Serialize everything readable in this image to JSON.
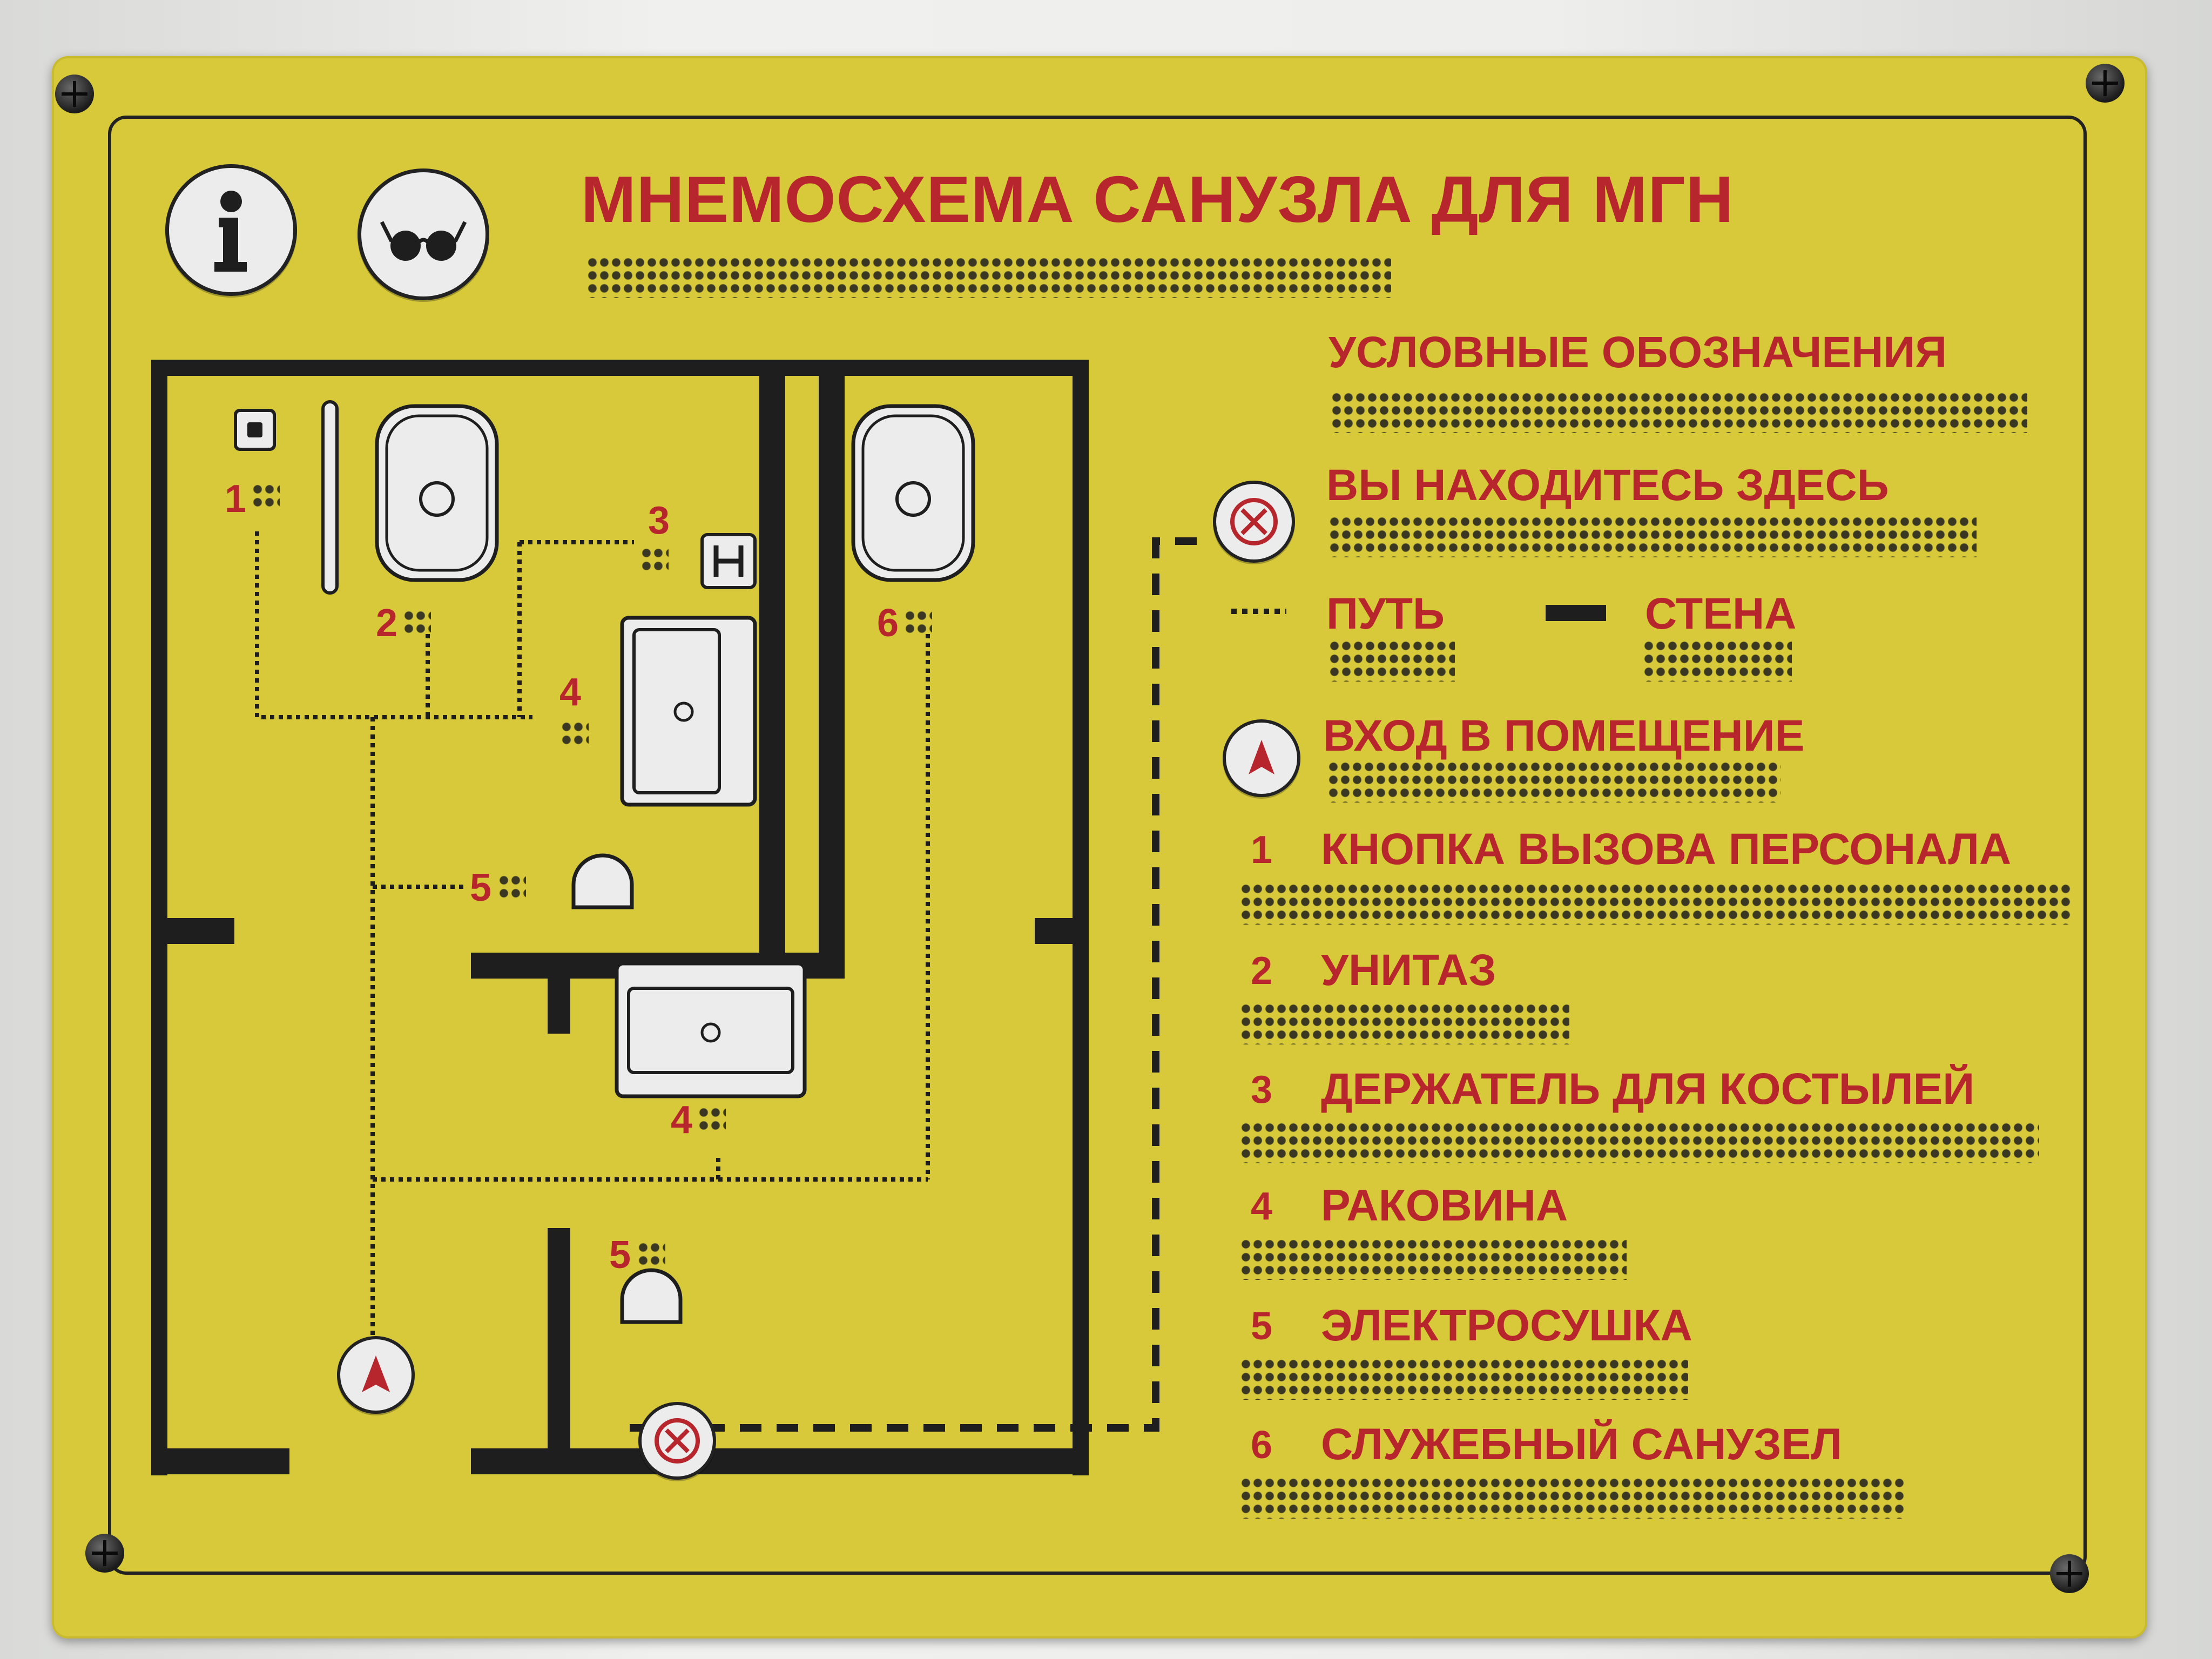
{
  "sign": {
    "title": "МНЕМОСХЕМА САНУЗЛА ДЛЯ МГН",
    "legend_heading": "УСЛОВНЫЕ ОБОЗНАЧЕНИЯ",
    "you_are_here": "ВЫ НАХОДИТЕСЬ ЗДЕСЬ",
    "path_label": "ПУТЬ",
    "wall_label": "СТЕНА",
    "entrance_label": "ВХОД В ПОМЕЩЕНИЕ",
    "items": [
      {
        "num": "1",
        "label": "КНОПКА ВЫЗОВА ПЕРСОНАЛА"
      },
      {
        "num": "2",
        "label": "УНИТАЗ"
      },
      {
        "num": "3",
        "label": "ДЕРЖАТЕЛЬ ДЛЯ КОСТЫЛЕЙ"
      },
      {
        "num": "4",
        "label": "РАКОВИНА"
      },
      {
        "num": "5",
        "label": "ЭЛЕКТРОСУШКА"
      },
      {
        "num": "6",
        "label": "СЛУЖЕБНЫЙ САНУЗЕЛ"
      }
    ],
    "map_numbers": [
      "1",
      "2",
      "3",
      "4",
      "5",
      "6",
      "4",
      "5"
    ],
    "colors": {
      "plate": "#d7c93a",
      "text_red": "#b7262d",
      "wall": "#1e1e1e",
      "fixture": "#ececec"
    }
  }
}
